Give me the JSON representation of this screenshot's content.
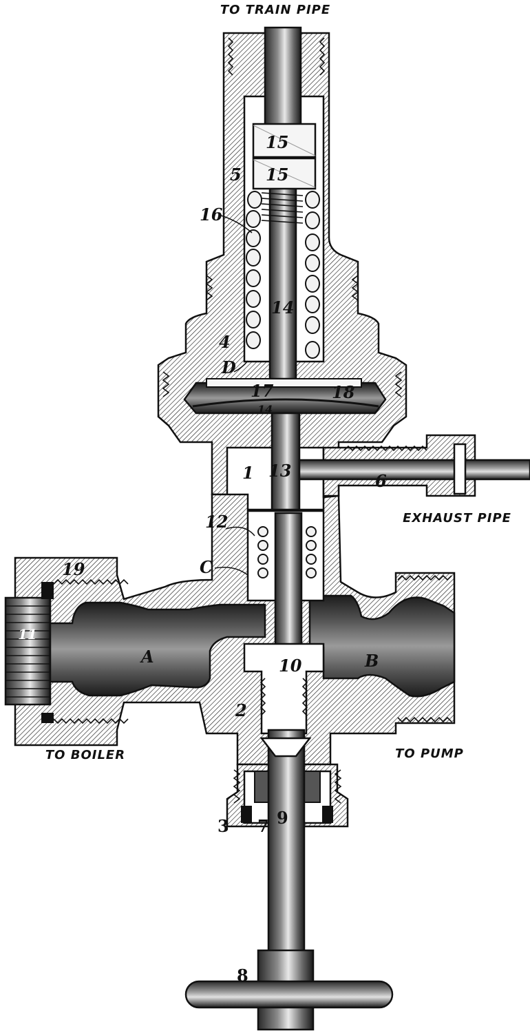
{
  "captions": {
    "top": "TO TRAIN PIPE",
    "exhaust": "EXHAUST PIPE",
    "left": "TO BOILER",
    "right": "TO PUMP"
  },
  "labels": {
    "n1": "1",
    "n2": "2",
    "n3": "3",
    "n4": "4",
    "n5": "5",
    "n6": "6",
    "n7": "7",
    "n8": "8",
    "n9": "9",
    "n10": "10",
    "n11": "11",
    "n12": "12",
    "n13": "13",
    "n14a": "14",
    "n14b": "14",
    "n15a": "15",
    "n15b": "15",
    "n16": "16",
    "n17": "17",
    "n18": "18",
    "n19": "19",
    "A": "A",
    "B": "B",
    "C": "C",
    "D": "D"
  },
  "colors": {
    "ink": "#111111",
    "paper": "#ffffff"
  }
}
